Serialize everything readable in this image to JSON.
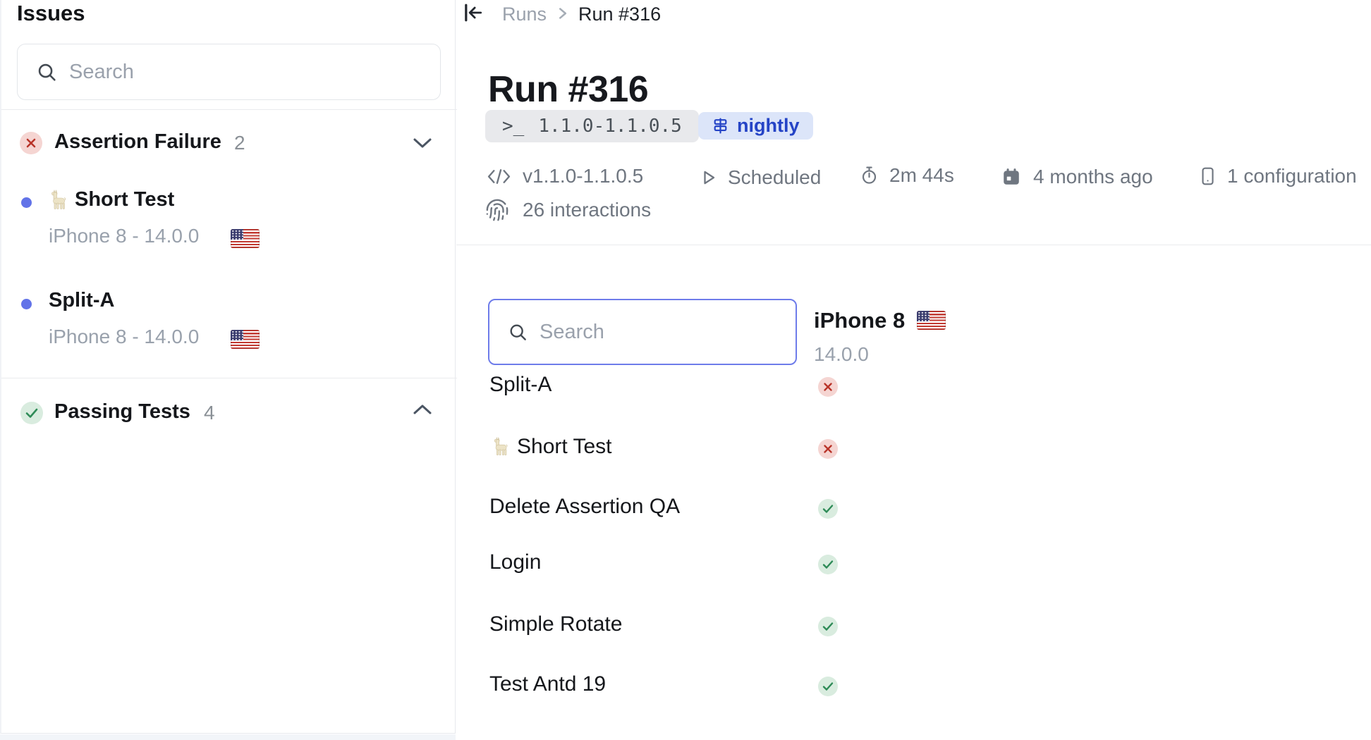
{
  "colors": {
    "accent_indigo": "#6273e8",
    "fail_bg": "#f5d5d2",
    "fail_fg": "#b9352a",
    "pass_bg": "#d9ecdf",
    "pass_fg": "#2e8b57",
    "tag_bg": "#dce5f9",
    "tag_fg": "#2544c6",
    "search_focus_border": "#6e7cea"
  },
  "sidebar": {
    "title": "Issues",
    "search": {
      "placeholder": "Search"
    },
    "sections": [
      {
        "label": "Assertion Failure",
        "count": "2",
        "status": "fail",
        "collapsed": false,
        "items": [
          {
            "icon": "llama",
            "name": "Short Test",
            "device": "iPhone 8 - 14.0.0",
            "locale": "us"
          },
          {
            "icon": null,
            "name": "Split-A",
            "device": "iPhone 8 - 14.0.0",
            "locale": "us"
          }
        ]
      },
      {
        "label": "Passing Tests",
        "count": "4",
        "status": "pass",
        "collapsed": true,
        "items": []
      }
    ]
  },
  "main": {
    "breadcrumb": {
      "parent": "Runs",
      "current": "Run #316"
    },
    "title": "Run #316",
    "version_badge": {
      "prompt": ">_",
      "text": "1.1.0-1.1.0.5"
    },
    "tag_badge": {
      "text": "nightly"
    },
    "meta": {
      "version": "v1.1.0-1.1.0.5",
      "trigger": "Scheduled",
      "duration": "2m 44s",
      "time_ago": "4 months ago",
      "configurations": "1 configuration",
      "interactions": "26 interactions"
    },
    "search": {
      "placeholder": "Search"
    },
    "device": {
      "name": "iPhone 8",
      "os": "14.0.0",
      "locale": "us"
    },
    "tests": [
      {
        "icon": null,
        "name": "Split-A",
        "status": "fail"
      },
      {
        "icon": "llama",
        "name": "Short Test",
        "status": "fail"
      },
      {
        "icon": null,
        "name": "Delete Assertion QA",
        "status": "pass"
      },
      {
        "icon": null,
        "name": "Login",
        "status": "pass"
      },
      {
        "icon": null,
        "name": "Simple Rotate",
        "status": "pass"
      },
      {
        "icon": null,
        "name": "Test Antd 19",
        "status": "pass"
      }
    ]
  }
}
